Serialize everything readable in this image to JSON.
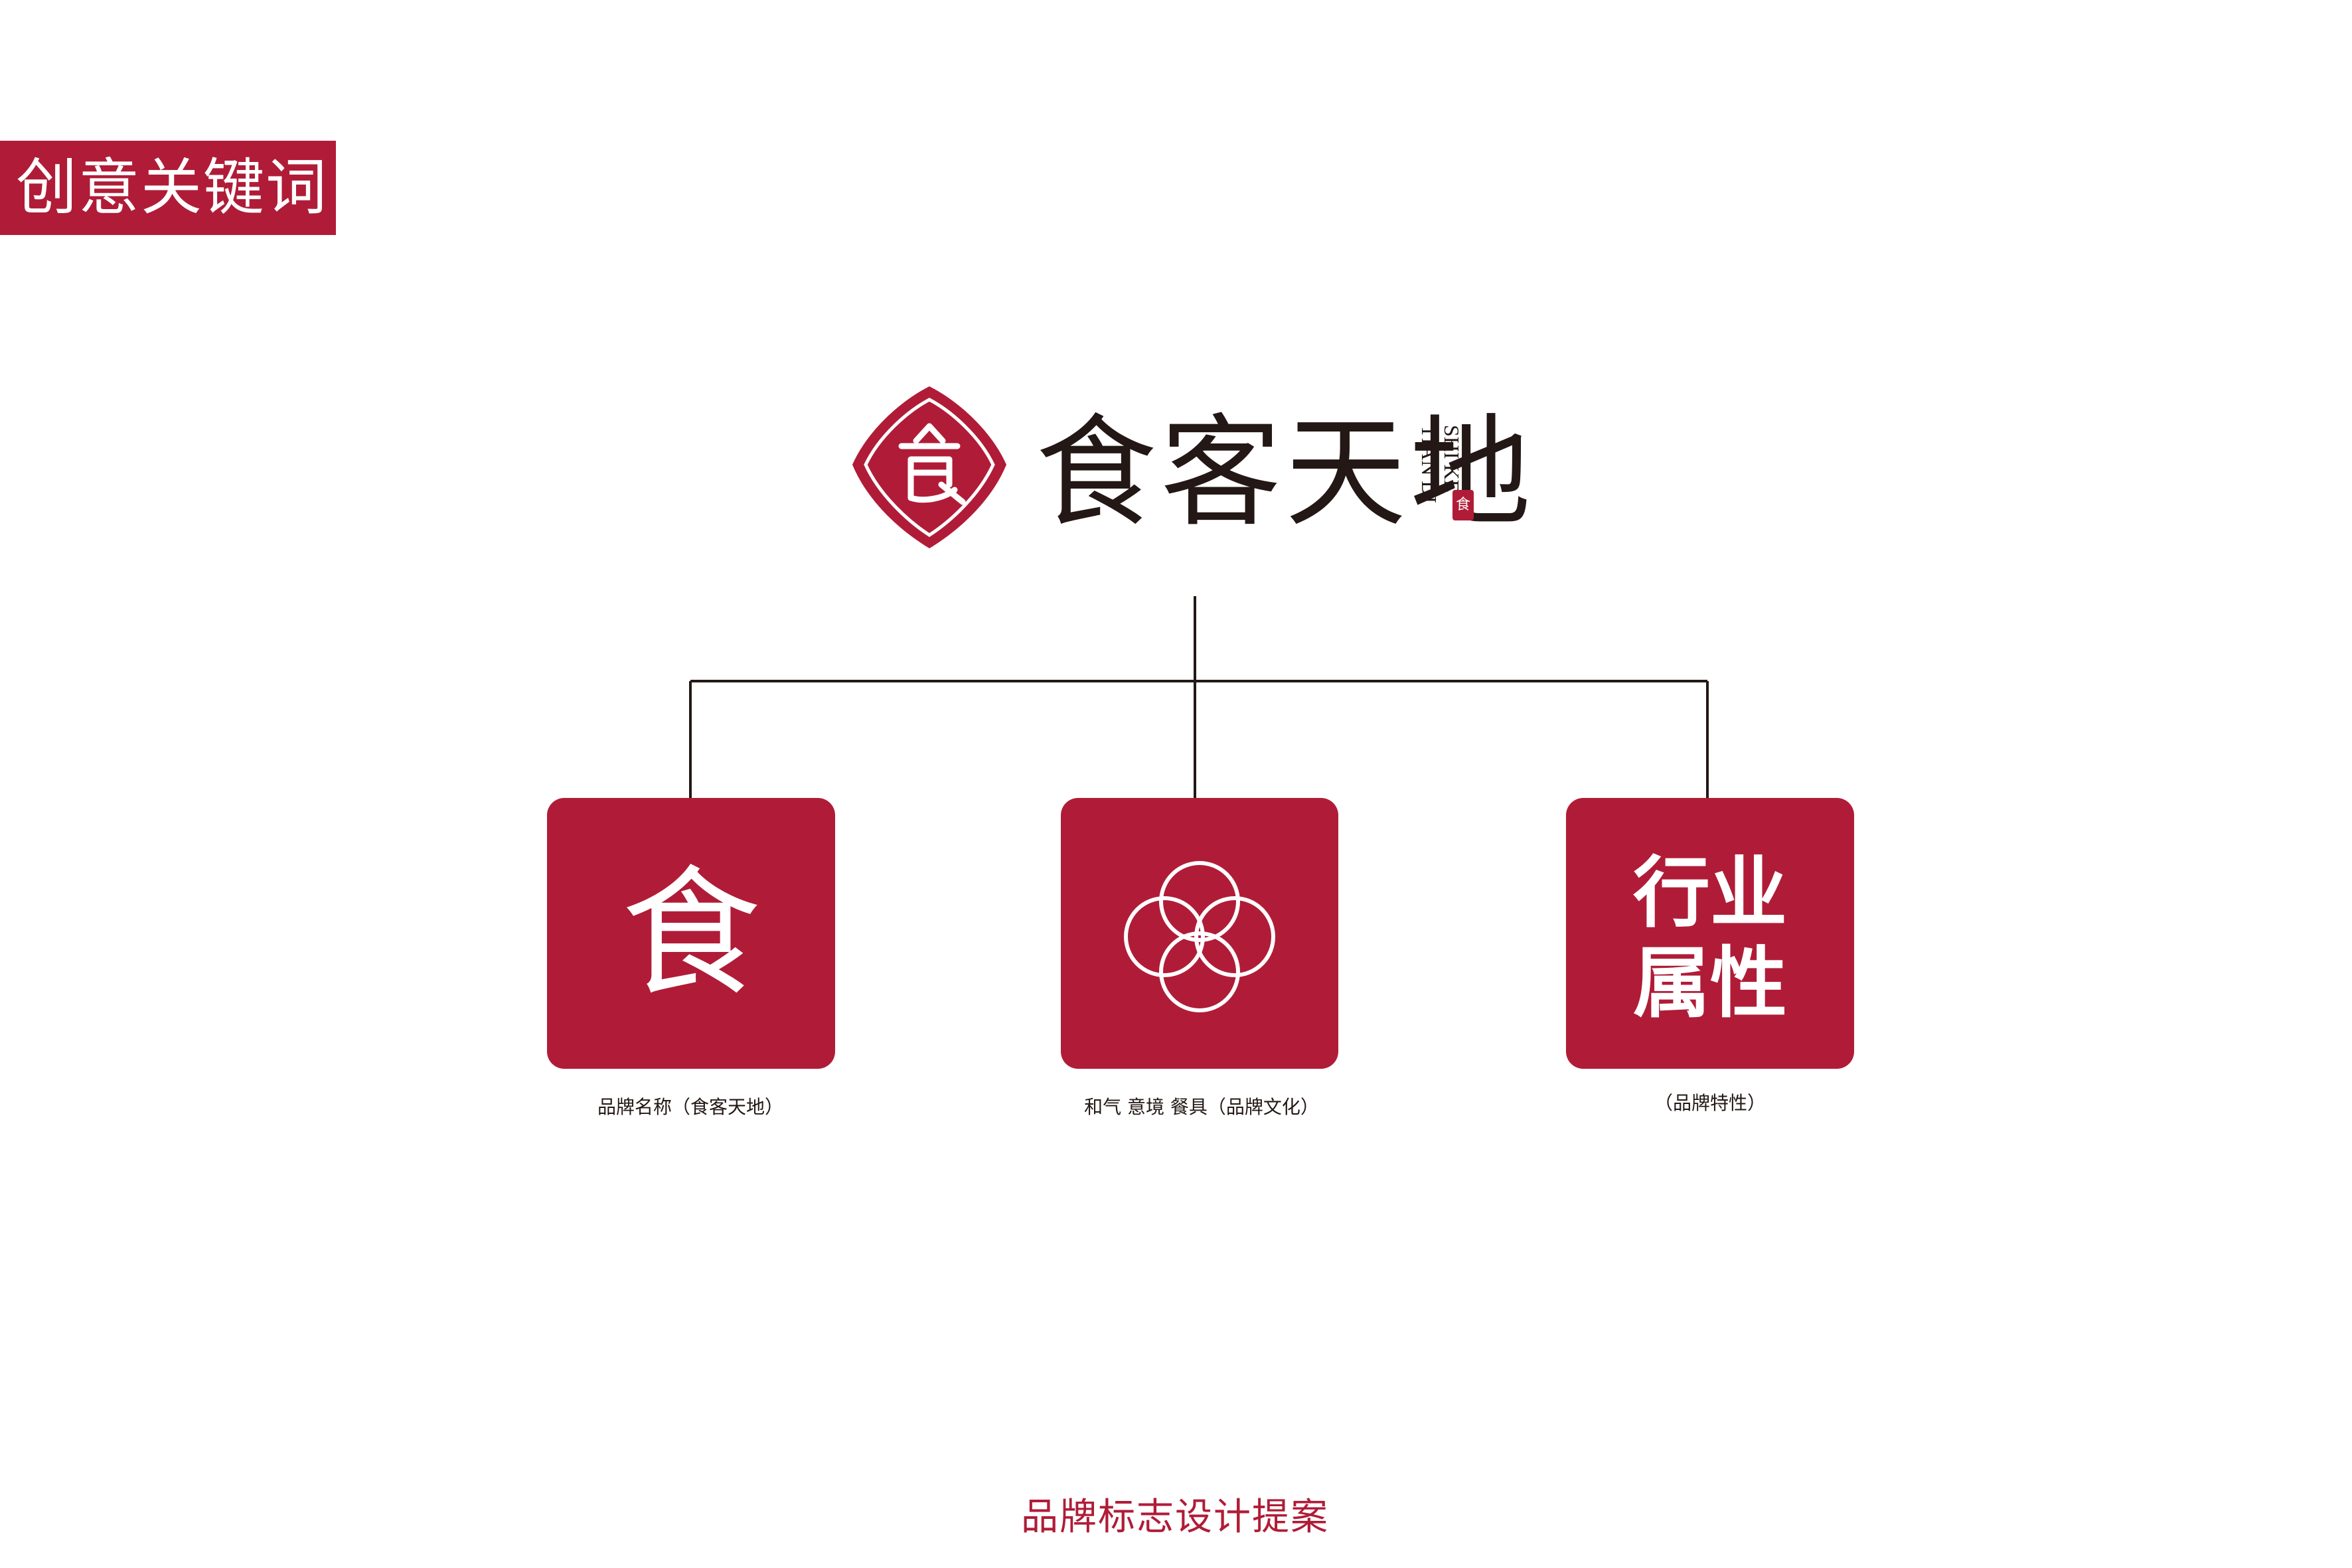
{
  "header": {
    "title": "创意关键词"
  },
  "logo": {
    "mark_glyph": "食",
    "name": "食客天地",
    "en_line1": "SHI KE",
    "en_line2": "TIAN DI",
    "seal_glyph": "食"
  },
  "nodes": [
    {
      "glyph": "食",
      "caption": "品牌名称（食客天地）"
    },
    {
      "icon": "interlocking-rings-icon",
      "caption": "和气 意境 餐具（品牌文化）"
    },
    {
      "lines": [
        "行业",
        "属性"
      ],
      "caption": "（品牌特性）"
    }
  ],
  "footer": {
    "text": "品牌标志设计提案"
  },
  "colors": {
    "brand_red": "#b01c37",
    "text_dark": "#231815",
    "line": "#231815"
  }
}
